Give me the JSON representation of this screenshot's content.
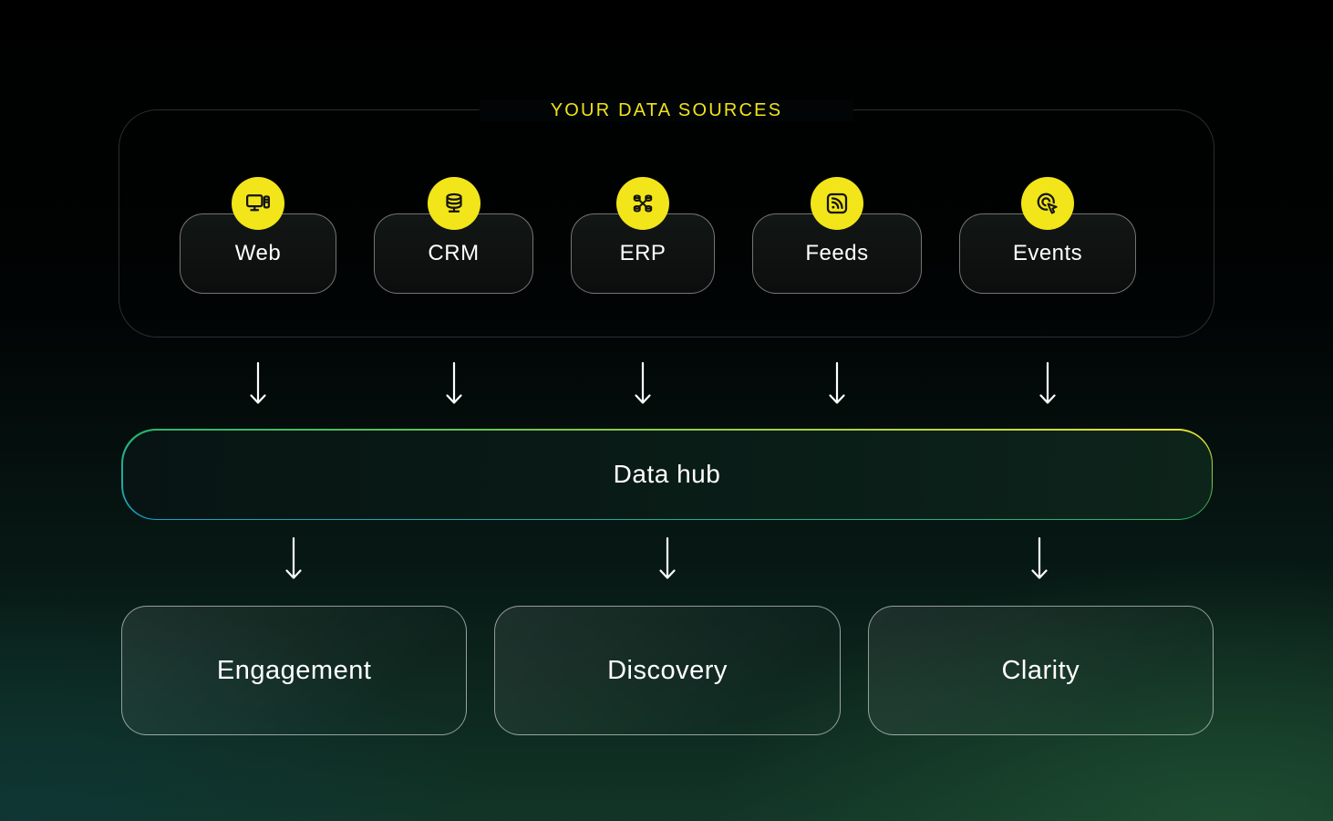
{
  "title": "YOUR DATA SOURCES",
  "sources": [
    {
      "label": "Web",
      "icon": "monitor-icon"
    },
    {
      "label": "CRM",
      "icon": "database-icon"
    },
    {
      "label": "ERP",
      "icon": "distributed-nodes-icon"
    },
    {
      "label": "Feeds",
      "icon": "rss-feed-icon"
    },
    {
      "label": "Events",
      "icon": "click-cursor-icon"
    }
  ],
  "hub": {
    "label": "Data hub"
  },
  "outputs": [
    {
      "label": "Engagement"
    },
    {
      "label": "Discovery"
    },
    {
      "label": "Clarity"
    }
  ],
  "colors": {
    "accent_yellow": "#F2E519",
    "title_yellow": "#F0E31A",
    "hub_border_gradient": [
      "#17A2CB",
      "#2BB36B",
      "#EFE32C"
    ],
    "arrow": "#FFFFFF",
    "source_box_bg": "#0E1211",
    "background_top": "#000000",
    "background_bottom_left": "#0C2B2B",
    "background_bottom_right": "#1B4631"
  }
}
